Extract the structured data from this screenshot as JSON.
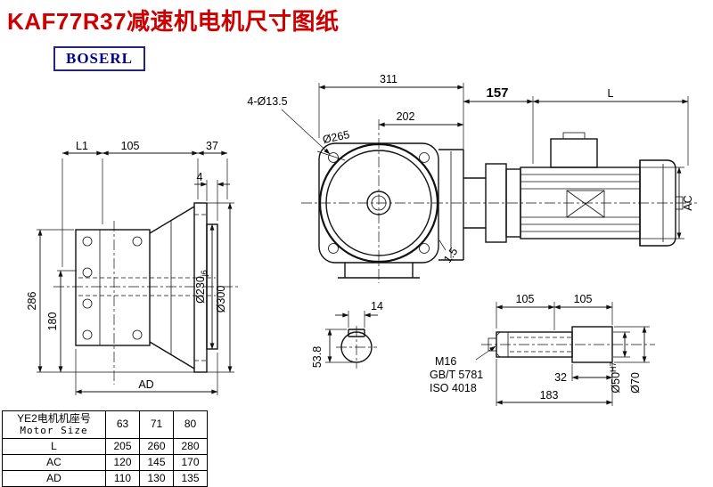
{
  "page": {
    "title": "KAF77R37减速机电机尺寸图纸",
    "logo": "BOSERL"
  },
  "dims": {
    "side": {
      "L1": "L1",
      "d105": "105",
      "d37": "37",
      "d4": "4",
      "d286": "286",
      "d180": "180",
      "AD": "AD",
      "d230": "Ø230",
      "d230_tol": "j6",
      "d300": "Ø300"
    },
    "front": {
      "d311": "311",
      "d202": "202",
      "holes": "4-Ø13.5",
      "d265": "Ø265",
      "d157": "157",
      "L": "L",
      "AC": "AC",
      "gap": "1.5"
    },
    "key": {
      "w": "14",
      "h": "53.8"
    },
    "shaft": {
      "a105": "105",
      "b105": "105",
      "thread": "M16",
      "std1": "GB/T 5781",
      "std2": "ISO 4018",
      "len32": "32",
      "len183": "183",
      "d50": "Ø50",
      "d50_tol": "H7",
      "d70": "Ø70"
    }
  },
  "table": {
    "header_cn": "YE2电机机座号",
    "header_en": "Motor Size",
    "sizes": [
      "63",
      "71",
      "80"
    ],
    "rows": [
      {
        "label": "L",
        "values": [
          "205",
          "260",
          "280"
        ]
      },
      {
        "label": "AC",
        "values": [
          "120",
          "145",
          "170"
        ]
      },
      {
        "label": "AD",
        "values": [
          "110",
          "130",
          "135"
        ]
      }
    ]
  }
}
